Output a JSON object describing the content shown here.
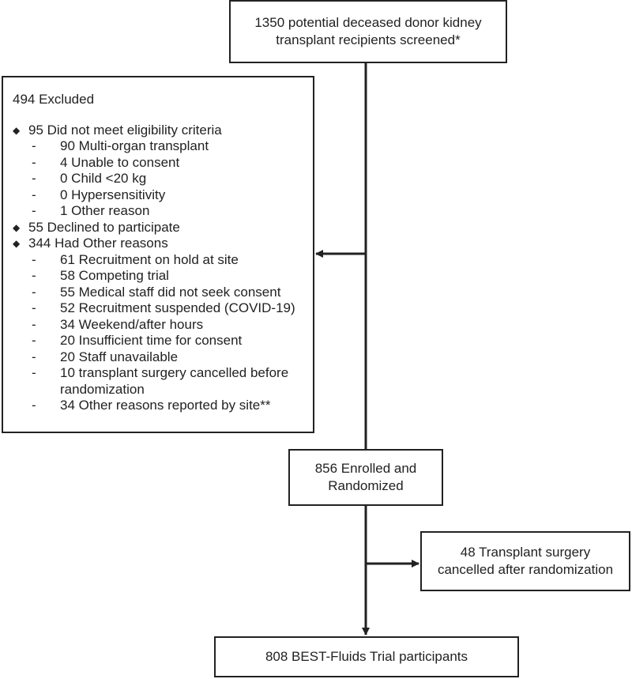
{
  "screened": "1350 potential deceased donor kidney transplant recipients screened*",
  "excluded": {
    "title": "494 Excluded",
    "groups": [
      {
        "label": "95 Did not meet eligibility criteria",
        "items": [
          "90 Multi-organ transplant",
          "4 Unable to consent",
          "0 Child <20 kg",
          "0 Hypersensitivity",
          "1 Other reason"
        ]
      },
      {
        "label": "55 Declined to participate",
        "items": []
      },
      {
        "label": "344 Had Other reasons",
        "items": [
          "61 Recruitment on hold at site",
          "58 Competing trial",
          "55 Medical staff did not seek consent",
          "52 Recruitment suspended (COVID-19)",
          "34 Weekend/after hours",
          "20 Insufficient time for consent",
          "20 Staff unavailable",
          "10 transplant surgery cancelled before randomization",
          "34 Other reasons reported by site**"
        ]
      }
    ]
  },
  "enrolled": "856 Enrolled and Randomized",
  "cancelled": "48 Transplant surgery cancelled after randomization",
  "participants": "808 BEST-Fluids Trial participants"
}
